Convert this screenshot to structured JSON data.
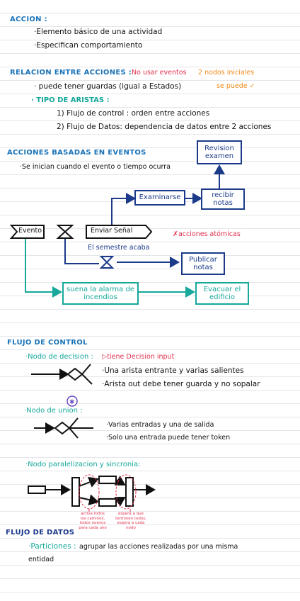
{
  "accion": {
    "title": "ACCION :",
    "bullets": [
      "·Elemento básico de una actividad",
      "·Especifican comportamiento"
    ]
  },
  "relacion": {
    "title": "RELACION ENTRE ACCIONES :",
    "no_eventos": "No usar eventos",
    "nodos_iniciales": "2 nodos iniciales",
    "se_puede": "se puede ✓",
    "guardas": "· puede tener guardas (igual a Estados)",
    "tipo_aristas": "· TIPO DE ARISTAS :",
    "aristas": [
      "1) Flujo de control : orden entre acciones",
      "2) Flujo de Datos: dependencia de datos entre 2 acciones"
    ]
  },
  "acciones_eventos": {
    "title": "ACCIONES BASADAS EN EVENTOS",
    "desc": "·Se inician  cuando  el evento o tiempo ocurra",
    "diagram": {
      "revision": "Revision examen",
      "examinarse": "Examinarse",
      "recibir": "recibir notas",
      "evento": "Evento",
      "enviar": "Enviar Señal",
      "atomicas": "acciones atómicas",
      "semestre": "El semestre acaba",
      "publicar": "Publicar notas",
      "alarma": "suena la alarma de incendios",
      "evacuar": "Evacuar el edificio"
    }
  },
  "flujo_control": {
    "title": "FLUJO DE CONTROL",
    "decision_label": "·Nodo de decision :",
    "decision_note": "tiene Decision input",
    "decision_bullets": [
      "·Una arista entrante y varias salientes",
      "·Arista out debe tener guarda y no sopalar"
    ],
    "union_label": "·Nodo  de union :",
    "union_bullets": [
      "·Varias  entradas y una de salida",
      "·Solo una entrada  puede tener token"
    ],
    "paralel_label": "·Nodo paralelizacion y sincronia:",
    "note_left": "activa todos los caminos, todos nuevos para cada uno",
    "note_right": "espera a que terminen todos, espera a cada nodo"
  },
  "flujo_datos": {
    "title": "FLUJO DE DATOS",
    "particiones_label": "·Particiones :",
    "particiones_text": "agrupar las acciones realizadas por una misma",
    "particiones_text2": "entidad"
  },
  "colors": {
    "blue_heading": "#1a73b8",
    "teal": "#16a89a",
    "navy": "#1b3a8a",
    "red": "#e0304e",
    "orange": "#f08a1c"
  }
}
